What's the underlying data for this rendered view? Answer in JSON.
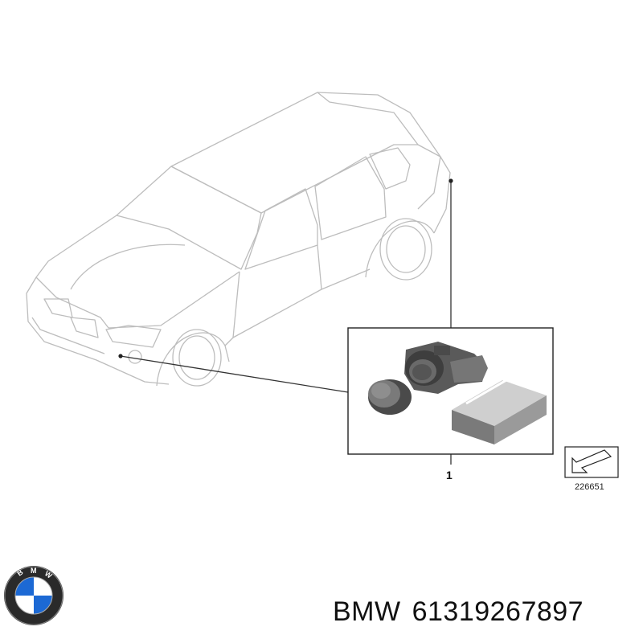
{
  "diagram": {
    "callout_number": "1",
    "reference_code": "226651",
    "line_color": "#555555",
    "part_color": "#6b6b6b"
  },
  "footer": {
    "brand": "BMW",
    "part_number": "61319267897"
  },
  "logo": {
    "lettering": "BMW",
    "blue": "#1c69d4",
    "ring": "#2a2a2a"
  }
}
